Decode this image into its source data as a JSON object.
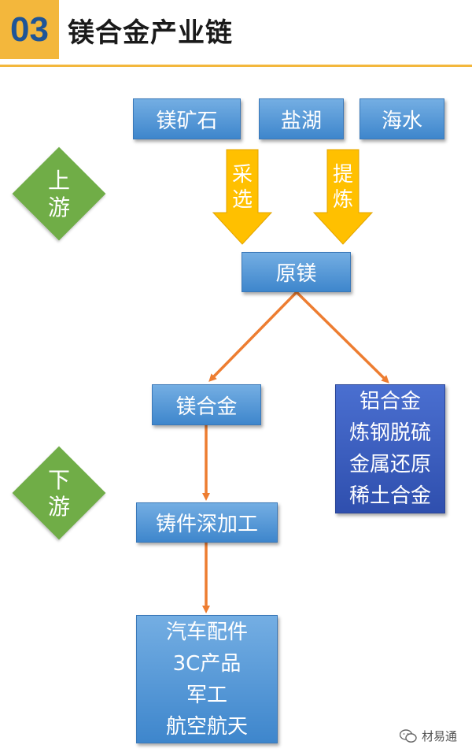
{
  "header": {
    "number": "03",
    "title": "镁合金产业链"
  },
  "sections": {
    "upstream": [
      "上",
      "游"
    ],
    "downstream": [
      "下",
      "游"
    ]
  },
  "sources": [
    "镁矿石",
    "盐湖",
    "海水"
  ],
  "processes": {
    "mining": [
      "采",
      "选"
    ],
    "refining": [
      "提",
      "炼"
    ]
  },
  "raw_magnesium": "原镁",
  "magnesium_alloy": "镁合金",
  "other_uses": [
    "铝合金",
    "炼钢脱硫",
    "金属还原",
    "稀土合金"
  ],
  "processing": "铸件深加工",
  "applications": [
    "汽车配件",
    "3C产品",
    "军工",
    "航空航天"
  ],
  "footer": {
    "brand": "材易通"
  },
  "colors": {
    "accent": "#f3b73c",
    "box_blue": "#4a90d9",
    "box_dark_blue": "#3358b8",
    "diamond_green": "#70ad47",
    "connector_orange": "#ed7d31",
    "arrow_yellow": "#ffc000"
  }
}
